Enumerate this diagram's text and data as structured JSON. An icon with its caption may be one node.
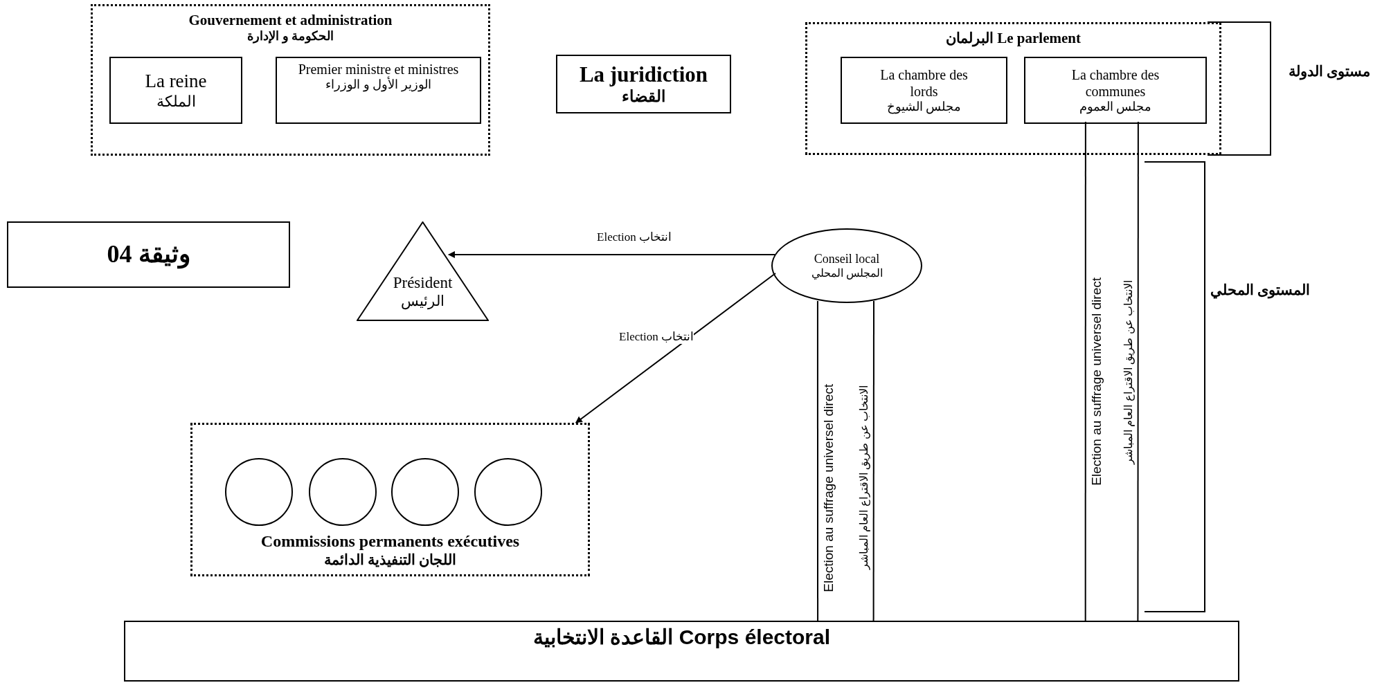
{
  "diagram": {
    "nodes": [
      {
        "text": [
          "Gouvernement et administration",
          "الحكومة و الإدارة"
        ]
      },
      {
        "text": [
          "La reine",
          "الملكة"
        ],
        "in": 0
      },
      {
        "text": [
          "Premier ministre et ministres",
          "الوزير الأول و الوزراء"
        ],
        "in": 0
      },
      {
        "text": [
          "La juridiction",
          "القضاء"
        ]
      },
      {
        "text": [
          "Le parlement البرلمان"
        ]
      },
      {
        "text": [
          "La chambre des lords",
          "مجلس الشيوخ"
        ],
        "in": 4
      },
      {
        "text": [
          "La chambre des communes",
          "مجلس العموم"
        ],
        "in": 4
      },
      {
        "text": [
          "وثيقة 04"
        ]
      },
      {
        "text": [
          "Conseil local",
          "المجلس المحلي"
        ]
      },
      {
        "text": [
          "Président",
          "الرئيس"
        ]
      },
      {
        "text": [
          "Commissions permanents exécutives",
          "اللجان التنفيذية الدائمة"
        ]
      },
      {
        "text": [],
        "shape": "circle",
        "in": 10
      },
      {
        "text": [],
        "shape": "circle",
        "in": 10
      },
      {
        "text": [],
        "shape": "circle",
        "in": 10
      },
      {
        "text": [],
        "shape": "circle",
        "in": 10
      },
      {
        "text": [
          "Corps électoral القاعدة الانتخابية"
        ]
      }
    ],
    "edges": [
      {
        "from": 8,
        "to": 9,
        "arrow": "to",
        "label": "Election انتخاب"
      },
      {
        "from": 8,
        "to": 10,
        "arrow": "to",
        "label": "Election انتخاب"
      },
      {
        "from": 8,
        "to": 15,
        "arrow": "none",
        "label": "Election au suffrage universel direct"
      },
      {
        "from": 8,
        "to": 15,
        "arrow": "none",
        "label": "الانتخاب عن طريق الاقتراع العام المباشر"
      },
      {
        "from": 6,
        "to": 15,
        "arrow": "none",
        "label": "Election au suffrage universel direct"
      },
      {
        "from": 6,
        "to": 15,
        "arrow": "none",
        "label": "الانتخاب عن طريق الاقتراع العام المباشر"
      }
    ],
    "labels": [
      "مستوى الدولة",
      "المستوى المحلي"
    ]
  }
}
